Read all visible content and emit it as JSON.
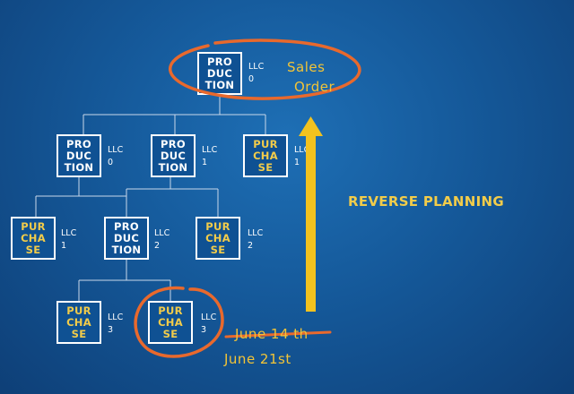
{
  "diagram": {
    "title": "REVERSE PLANNING",
    "nodes": [
      {
        "id": "root",
        "kind": "production",
        "lines": [
          "PRO",
          "DUC",
          "TION"
        ],
        "llc_label": "LLC",
        "llc_value": "0"
      },
      {
        "id": "l1a",
        "kind": "production",
        "lines": [
          "PRO",
          "DUC",
          "TION"
        ],
        "llc_label": "LLC",
        "llc_value": "0"
      },
      {
        "id": "l1b",
        "kind": "production",
        "lines": [
          "PRO",
          "DUC",
          "TION"
        ],
        "llc_label": "LLC",
        "llc_value": "1"
      },
      {
        "id": "l1c",
        "kind": "purchase",
        "lines": [
          "PUR",
          "CHA",
          "SE"
        ],
        "llc_label": "LLC",
        "llc_value": "1"
      },
      {
        "id": "l2a",
        "kind": "purchase",
        "lines": [
          "PUR",
          "CHA",
          "SE"
        ],
        "llc_label": "LLC",
        "llc_value": "1"
      },
      {
        "id": "l2b",
        "kind": "production",
        "lines": [
          "PRO",
          "DUC",
          "TION"
        ],
        "llc_label": "LLC",
        "llc_value": "2"
      },
      {
        "id": "l2c",
        "kind": "purchase",
        "lines": [
          "PUR",
          "CHA",
          "SE"
        ],
        "llc_label": "LLC",
        "llc_value": "2"
      },
      {
        "id": "l3a",
        "kind": "purchase",
        "lines": [
          "PUR",
          "CHA",
          "SE"
        ],
        "llc_label": "LLC",
        "llc_value": "3"
      },
      {
        "id": "l3b",
        "kind": "purchase",
        "lines": [
          "PUR",
          "CHA",
          "SE"
        ],
        "llc_label": "LLC",
        "llc_value": "3"
      }
    ],
    "annotations": {
      "sales_order": [
        "Sales",
        "Order"
      ],
      "old_date": "June 14 th",
      "new_date": "June 21st"
    },
    "colors": {
      "background": "#15599a",
      "node_fill": "#0f5193",
      "purchase_text": "#f2cc4a",
      "arrow": "#f2c21f",
      "circle": "#e8692d",
      "connector": "#c9d8ea"
    }
  }
}
